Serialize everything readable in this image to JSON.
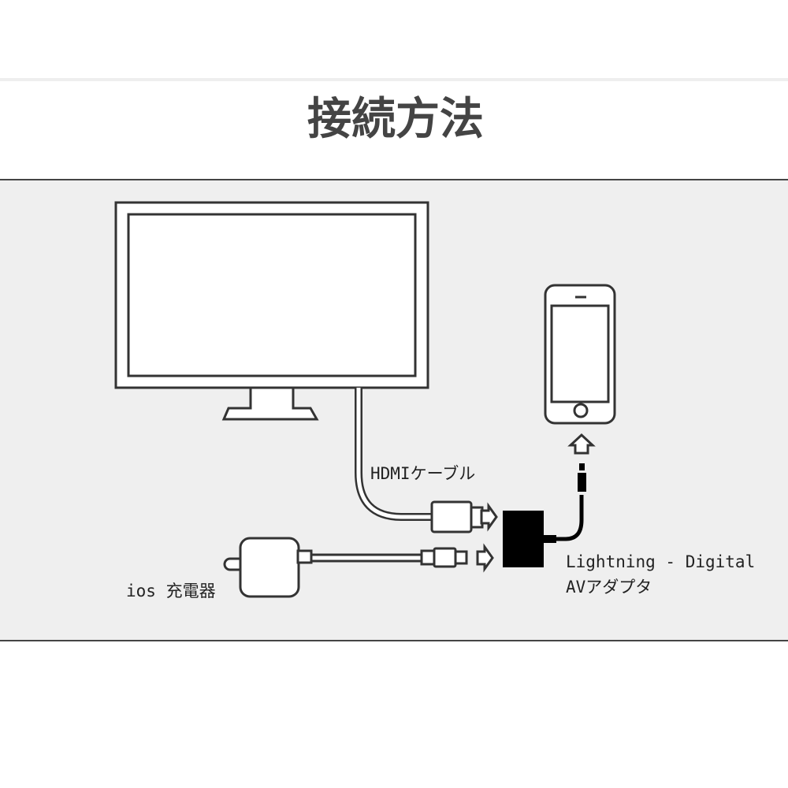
{
  "title": "接続方法",
  "labels": {
    "hdmi_cable": "HDMIケーブル",
    "adapter_line1": "Lightning - Digital",
    "adapter_line2": "AVアダプタ",
    "charger": "ios 充電器"
  },
  "colors": {
    "panel": "#efefef",
    "stroke": "#333333",
    "adapter": "#000000"
  }
}
